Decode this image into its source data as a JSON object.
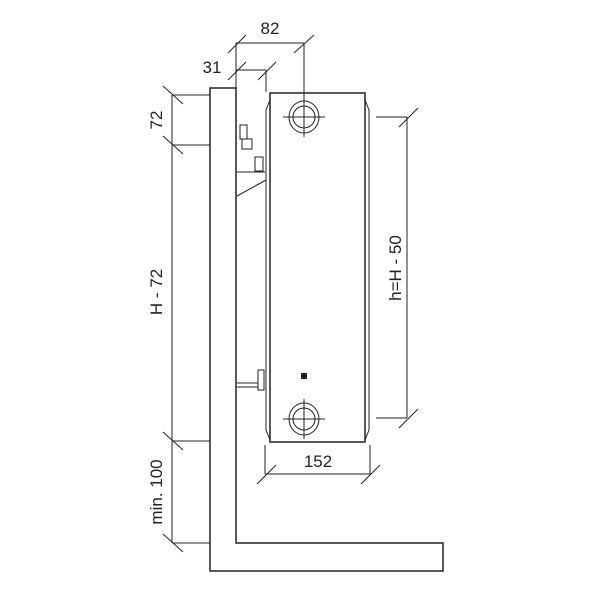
{
  "title": "Radiator wall mounting dimensions",
  "dimensions": {
    "pipe_offset": "82",
    "wall_gap": "31",
    "top_offset": "72",
    "height_minus": "H - 72",
    "floor_clearance": "min. 100",
    "connection_spacing": "h=H - 50",
    "depth": "152"
  },
  "colors": {
    "line": "#222222",
    "background": "#ffffff"
  }
}
